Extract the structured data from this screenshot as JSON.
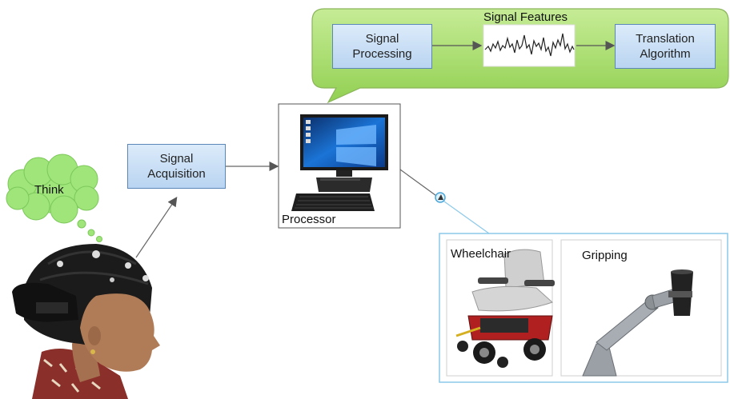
{
  "thought_bubble": {
    "label": "Think"
  },
  "signal_acquisition": {
    "label": "Signal\nAcquisition"
  },
  "processor": {
    "label": "Processor"
  },
  "callout": {
    "signal_processing": "Signal\nProcessing",
    "signal_features": "Signal Features",
    "translation_algorithm": "Translation\nAlgorithm"
  },
  "devices": {
    "wheelchair": "Wheelchair",
    "gripping": "Gripping"
  },
  "colors": {
    "callout_green": "#a9dc6d",
    "box_blue": "#c7ddf4",
    "thought_green": "#9ee57a",
    "device_border": "#8cc9ea"
  }
}
